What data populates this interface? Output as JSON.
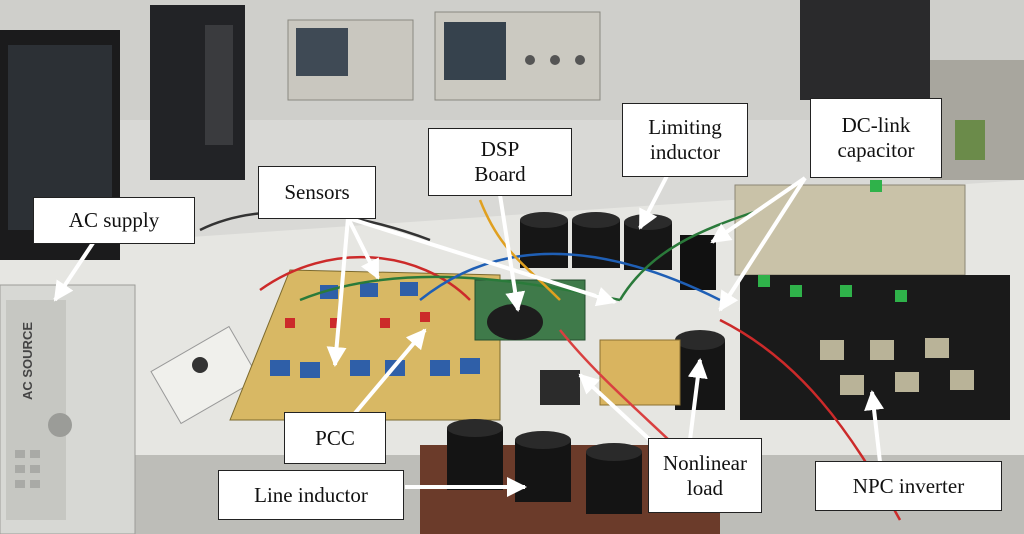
{
  "labels": {
    "ac_supply": "AC supply",
    "sensors": "Sensors",
    "dsp_board": "DSP\nBoard",
    "limiting_inductor": "Limiting\ninductor",
    "dc_link_capacitor": "DC-link\ncapacitor",
    "pcc": "PCC",
    "line_inductor": "Line inductor",
    "nonlinear_load": "Nonlinear\nload",
    "npc_inverter": "NPC inverter"
  },
  "equipment_markings": {
    "ac_source_panel": "AC SOURCE"
  }
}
